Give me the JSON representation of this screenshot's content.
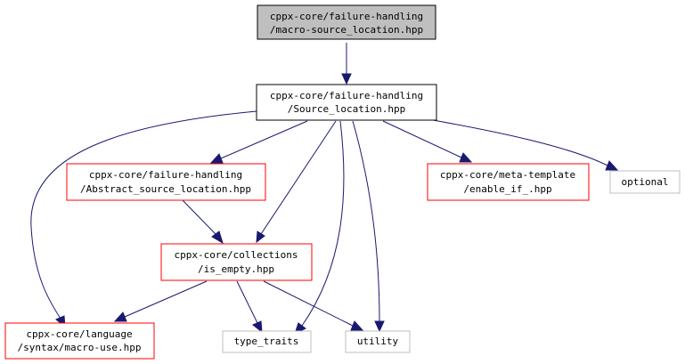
{
  "colors": {
    "focus_fill": "#bfbfbf",
    "focus_border": "#000000",
    "documented_border": "#ff0000",
    "undocumented_border": "#bfbfbf",
    "edge": "#191970"
  },
  "nodes": {
    "macro_source_location": {
      "lines": [
        "cppx-core/failure-handling",
        "/macro-source_location.hpp"
      ],
      "kind": "focus",
      "icon": "none"
    },
    "source_location": {
      "lines": [
        "cppx-core/failure-handling",
        "/Source_location.hpp"
      ],
      "kind": "plain"
    },
    "abstract_source_location": {
      "lines": [
        "cppx-core/failure-handling",
        "/Abstract_source_location.hpp"
      ],
      "kind": "documented"
    },
    "enable_if": {
      "lines": [
        "cppx-core/meta-template",
        "/enable_if_.hpp"
      ],
      "kind": "documented"
    },
    "optional": {
      "lines": [
        "optional"
      ],
      "kind": "external"
    },
    "is_empty": {
      "lines": [
        "cppx-core/collections",
        "/is_empty.hpp"
      ],
      "kind": "documented"
    },
    "macro_use": {
      "lines": [
        "cppx-core/language",
        "/syntax/macro-use.hpp"
      ],
      "kind": "documented"
    },
    "type_traits": {
      "lines": [
        "type_traits"
      ],
      "kind": "external"
    },
    "utility": {
      "lines": [
        "utility"
      ],
      "kind": "external"
    }
  },
  "edges": [
    {
      "from": "macro_source_location",
      "to": "source_location"
    },
    {
      "from": "source_location",
      "to": "macro_use"
    },
    {
      "from": "source_location",
      "to": "abstract_source_location"
    },
    {
      "from": "source_location",
      "to": "is_empty"
    },
    {
      "from": "source_location",
      "to": "type_traits"
    },
    {
      "from": "source_location",
      "to": "utility"
    },
    {
      "from": "source_location",
      "to": "enable_if"
    },
    {
      "from": "source_location",
      "to": "optional"
    },
    {
      "from": "abstract_source_location",
      "to": "is_empty"
    },
    {
      "from": "is_empty",
      "to": "macro_use"
    },
    {
      "from": "is_empty",
      "to": "type_traits"
    },
    {
      "from": "is_empty",
      "to": "utility"
    }
  ]
}
